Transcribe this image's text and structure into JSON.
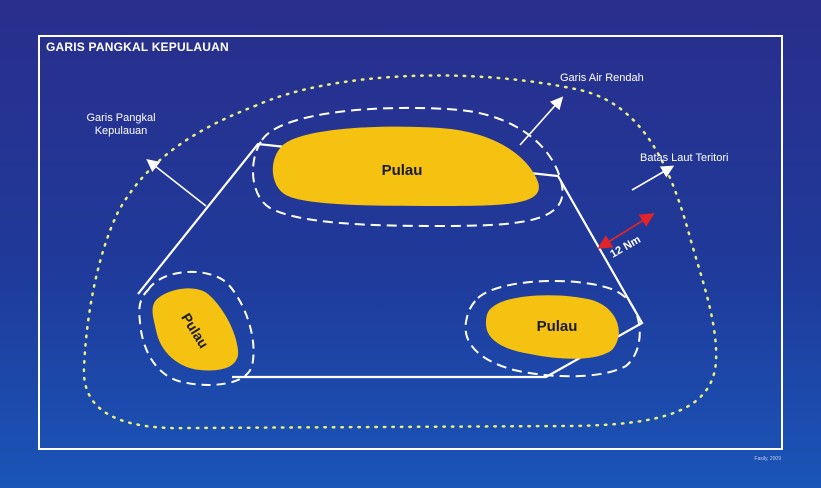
{
  "title": "GARIS PANGKAL KEPULAUAN",
  "labels": {
    "baseline_line1": "Garis Pangkal",
    "baseline_line2": "Kepulauan",
    "low_water": "Garis Air Rendah",
    "territorial": "Batas Laut Teritori",
    "distance": "12 Nm",
    "island_top": "Pulau",
    "island_left": "Pulau",
    "island_right": "Pulau"
  },
  "credit": "Fasily, 2009",
  "colors": {
    "island": "#f5c211",
    "line": "#ffffff",
    "dotted_limit": "#e8f07a",
    "arrow_red": "#e0242a"
  }
}
